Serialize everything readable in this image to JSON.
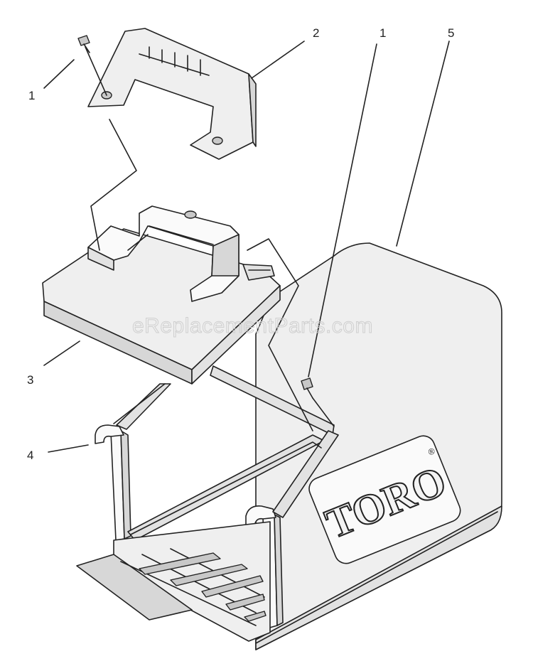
{
  "diagram": {
    "watermark": "eReplacementParts.com",
    "brand_logo": "TORO",
    "callouts": [
      "1",
      "2",
      "1",
      "5",
      "3",
      "4"
    ]
  }
}
